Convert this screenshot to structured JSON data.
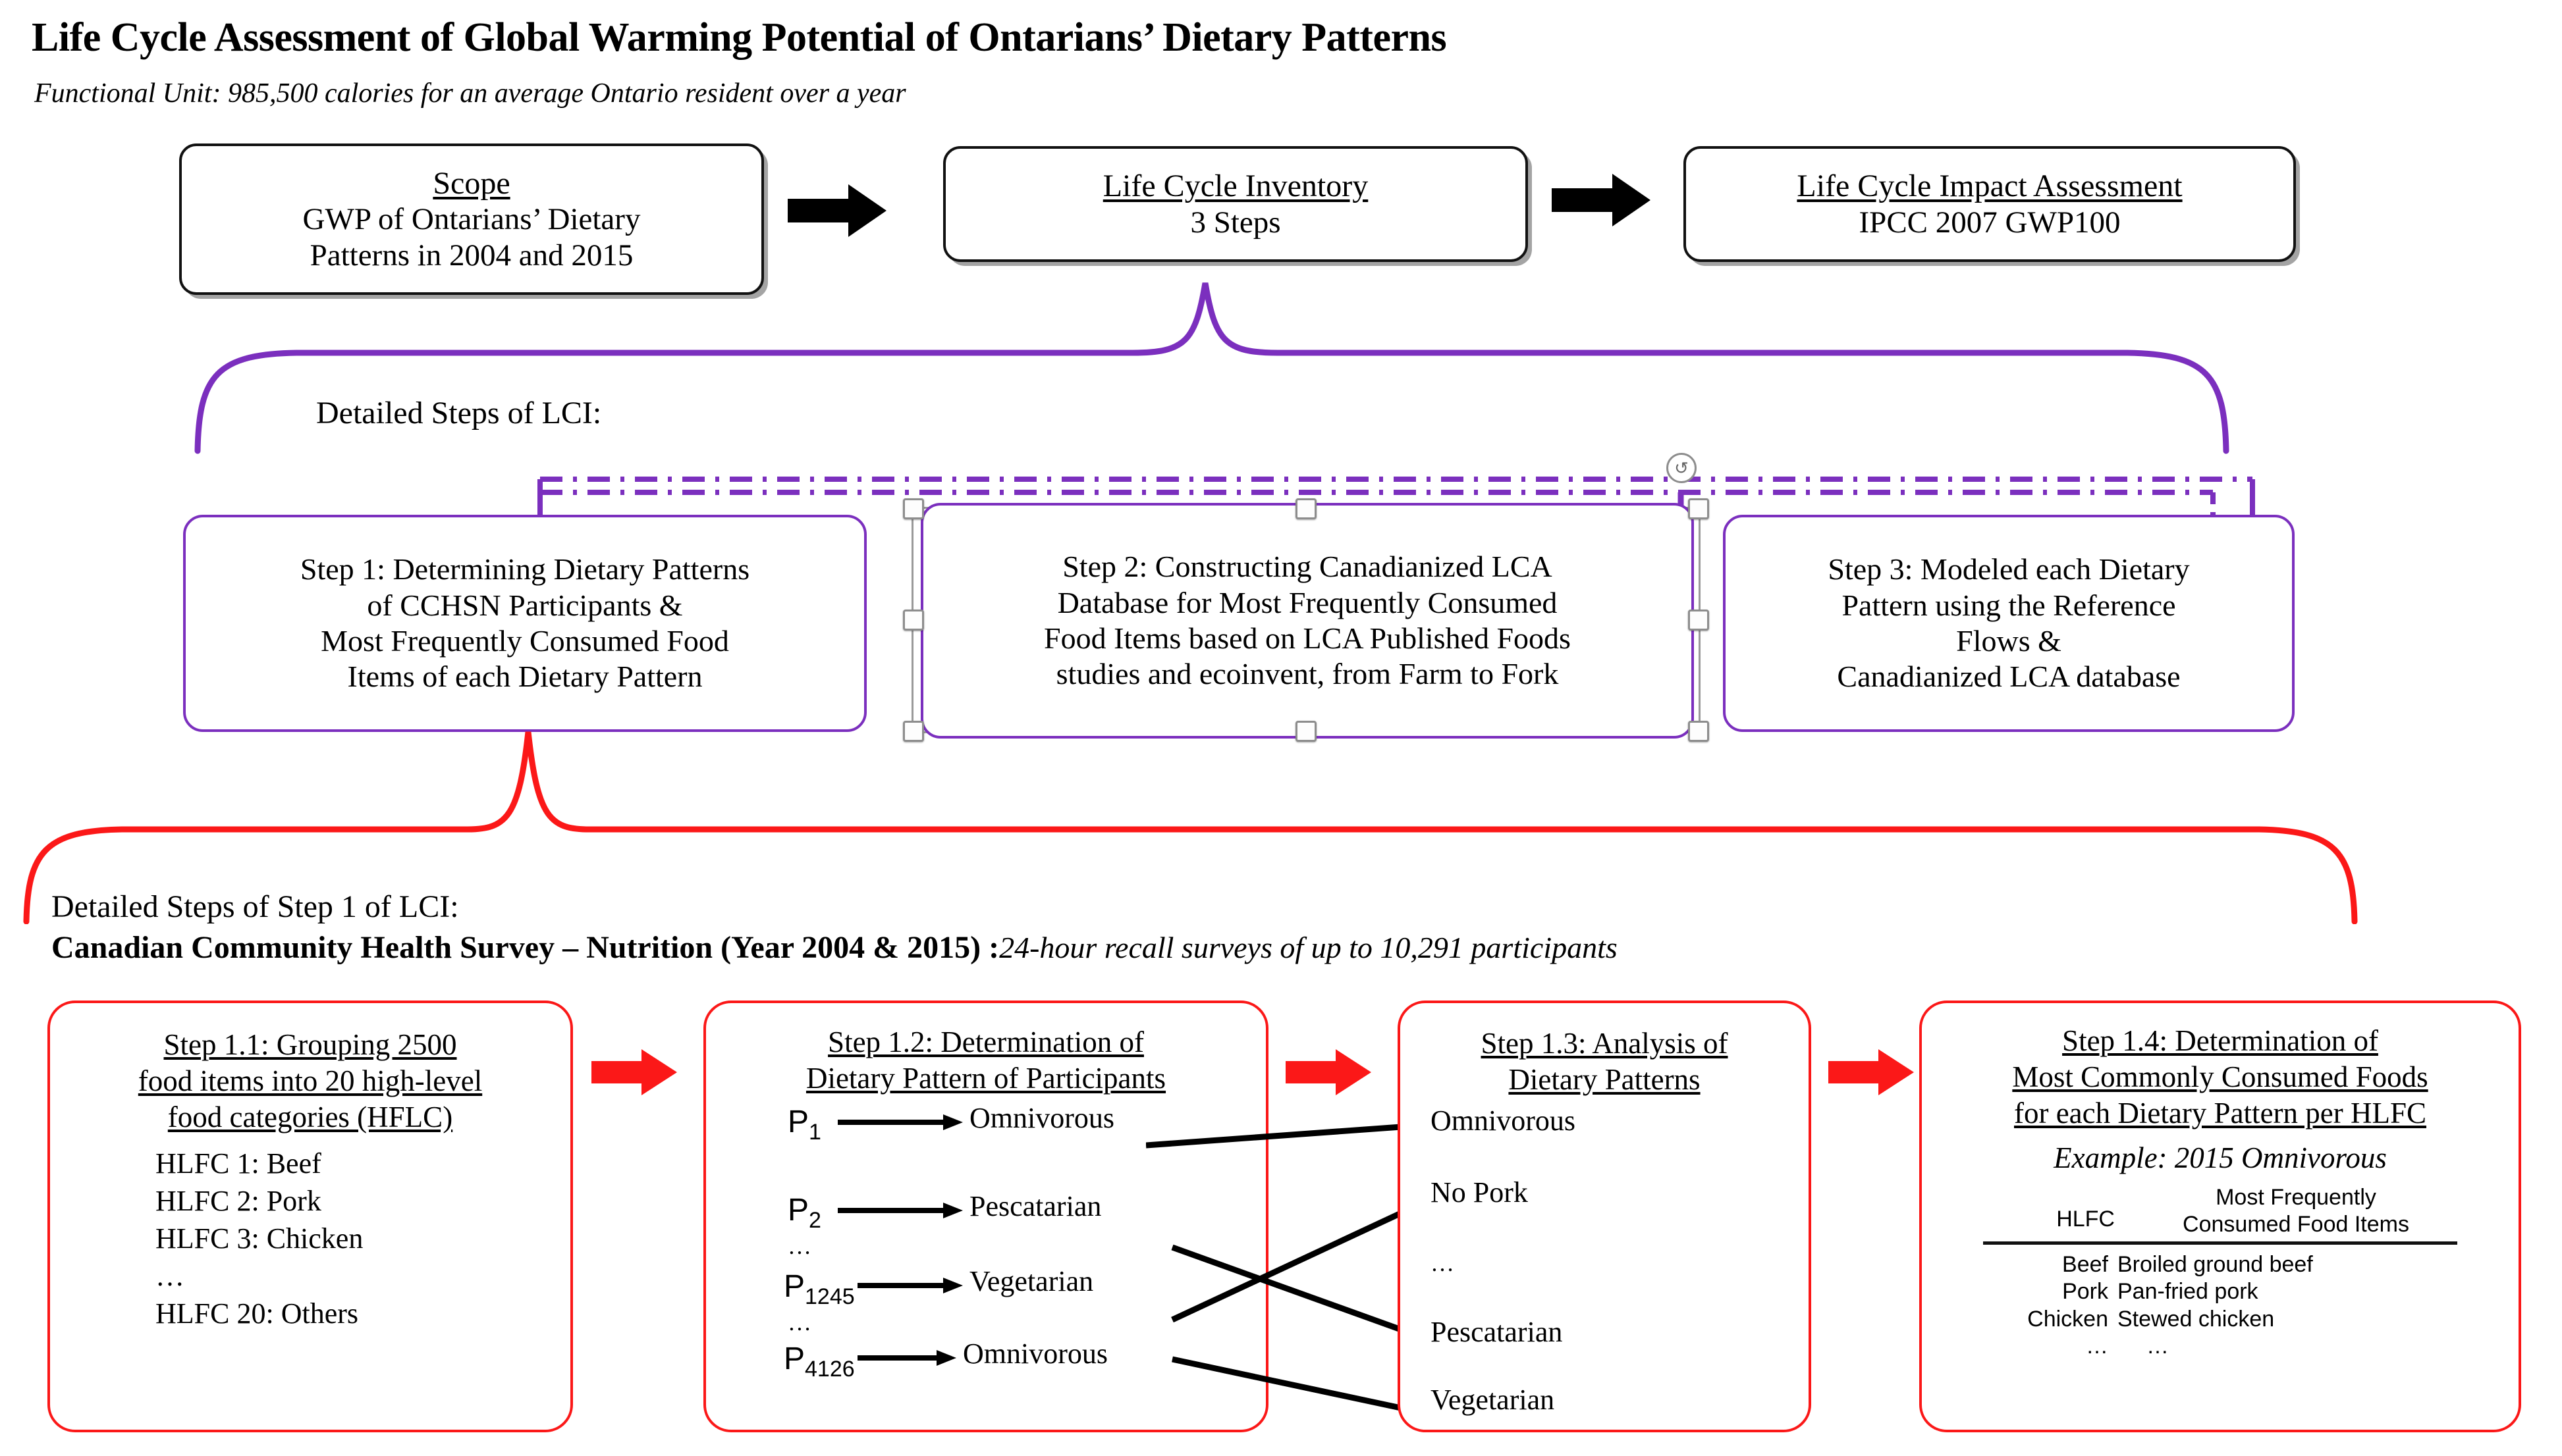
{
  "document": {
    "title": "Life Cycle Assessment of Global Warming Potential of Ontarians’ Dietary Patterns",
    "functional_unit": "Functional Unit: 985,500 calories for an average Ontario resident over a year"
  },
  "colors": {
    "purple": "#7b2fbe",
    "red": "#fb1818",
    "black": "#111111",
    "handle_gray": "#8d8d8d"
  },
  "stages": [
    {
      "name": "scope",
      "title": "Scope",
      "line1": "GWP of Ontarians’ Dietary",
      "line2": "Patterns in 2004 and 2015"
    },
    {
      "name": "lci",
      "title": "Life Cycle Inventory",
      "line1": "3 Steps",
      "line2": ""
    },
    {
      "name": "lcia",
      "title": "Life Cycle Impact Assessment",
      "line1": "IPCC 2007 GWP100",
      "line2": ""
    }
  ],
  "lci_section": {
    "label": "Detailed Steps of LCI:",
    "steps": [
      {
        "name": "step-1",
        "lines": [
          "Step 1: Determining Dietary Patterns",
          "of  CCHSN Participants &",
          "Most Frequently Consumed Food",
          "Items of each Dietary Pattern"
        ]
      },
      {
        "name": "step-2",
        "lines": [
          "Step 2: Constructing Canadianized LCA",
          "Database for Most Frequently Consumed",
          "Food Items based on LCA Published Foods",
          "studies and ecoinvent, from Farm to Fork"
        ]
      },
      {
        "name": "step-3",
        "lines": [
          "Step 3: Modeled each Dietary",
          "Pattern using the Reference",
          "Flows &",
          "Canadianized LCA database"
        ]
      }
    ],
    "rotation_handle_glyph": "↺"
  },
  "step1_section": {
    "label": "Detailed Steps of Step 1 of  LCI:",
    "survey_bold": "Canadian Community Health Survey – Nutrition (Year 2004 & 2015) :",
    "survey_italic": "24-hour recall surveys of up to 10,291 participants",
    "boxes": {
      "step_1_1": {
        "title_lines": [
          "Step 1.1: Grouping 2500",
          "food items into 20 high-level",
          "food categories (HFLC)"
        ],
        "items": [
          "HLFC 1: Beef",
          "HLFC 2: Pork",
          "HLFC 3: Chicken",
          "…",
          "HLFC 20: Others"
        ]
      },
      "step_1_2": {
        "title_lines": [
          "Step 1.2: Determination of",
          "Dietary Pattern of Participants"
        ],
        "rows": [
          {
            "participant": "P",
            "index": "1",
            "pattern": "Omnivorous"
          },
          {
            "participant": "P",
            "index": "2",
            "pattern": "Pescatarian"
          },
          {
            "participant": "…",
            "index": "",
            "pattern": ""
          },
          {
            "participant": "P",
            "index": "1245",
            "pattern": "Vegetarian"
          },
          {
            "participant": "…",
            "index": "",
            "pattern": ""
          },
          {
            "participant": "P",
            "index": "4126",
            "pattern": "Omnivorous"
          }
        ]
      },
      "step_1_3": {
        "title_lines": [
          "Step 1.3: Analysis of",
          "Dietary Patterns"
        ],
        "items": [
          "Omnivorous",
          "No Pork",
          "…",
          "Pescatarian",
          "Vegetarian"
        ]
      },
      "step_1_4": {
        "title_lines": [
          "Step 1.4: Determination of",
          "Most Commonly Consumed Foods",
          "for each Dietary Pattern per HLFC"
        ],
        "example": "Example: 2015 Omnivorous",
        "table": {
          "headers": [
            "HLFC",
            "Most Frequently\nConsumed Food Items"
          ],
          "header_col1": "HLFC",
          "header_col2_line1": "Most Frequently",
          "header_col2_line2": "Consumed Food Items",
          "rows": [
            {
              "hlfc": "Beef",
              "food": "Broiled ground beef"
            },
            {
              "hlfc": "Pork",
              "food": "Pan-fried pork"
            },
            {
              "hlfc": "Chicken",
              "food": "Stewed chicken"
            },
            {
              "hlfc": "…",
              "food": "…"
            }
          ]
        }
      }
    }
  }
}
